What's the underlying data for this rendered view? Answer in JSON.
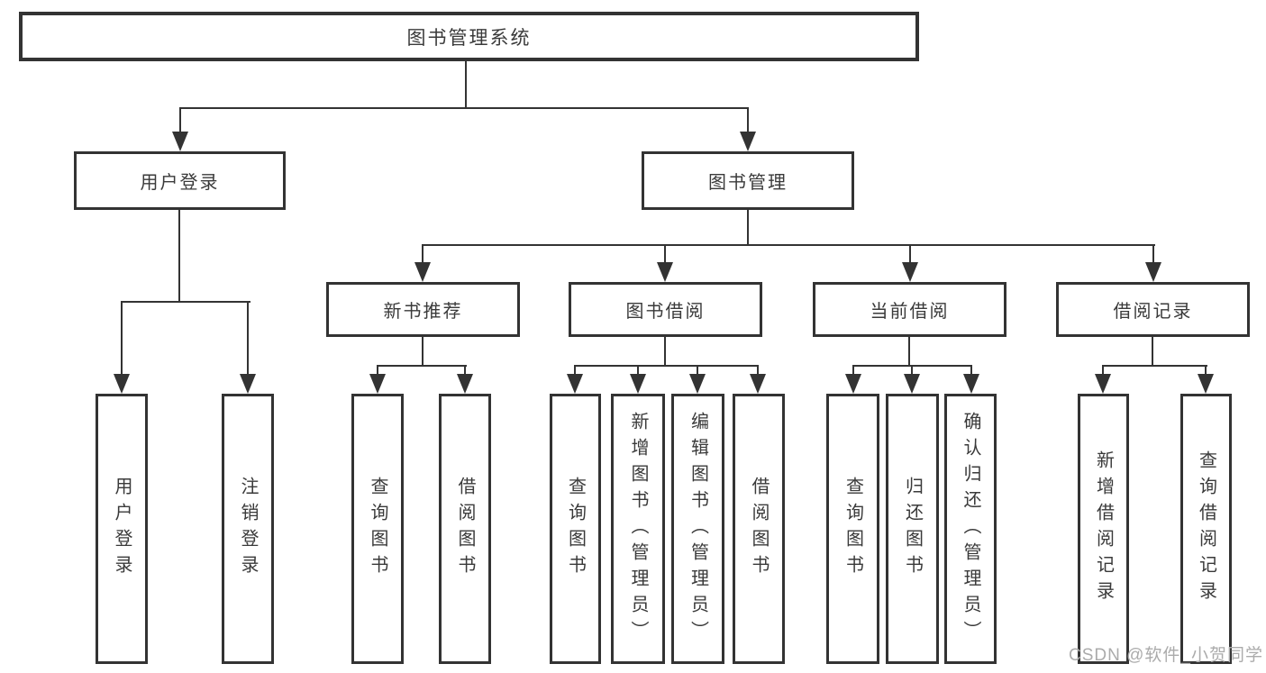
{
  "diagram": {
    "root": {
      "label": "图书管理系统"
    },
    "level2": [
      {
        "label": "用户登录"
      },
      {
        "label": "图书管理"
      }
    ],
    "level3": [
      {
        "label": "新书推荐"
      },
      {
        "label": "图书借阅"
      },
      {
        "label": "当前借阅"
      },
      {
        "label": "借阅记录"
      }
    ],
    "leaf_groups": [
      {
        "items": [
          {
            "label": "用户登录"
          },
          {
            "label": "注销登录"
          }
        ]
      },
      {
        "items": [
          {
            "label": "查询图书"
          },
          {
            "label": "借阅图书"
          }
        ]
      },
      {
        "items": [
          {
            "label": "查询图书"
          },
          {
            "label": "新增图书（管理员）"
          },
          {
            "label": "编辑图书（管理员）"
          },
          {
            "label": "借阅图书"
          }
        ]
      },
      {
        "items": [
          {
            "label": "查询图书"
          },
          {
            "label": "归还图书"
          },
          {
            "label": "确认归还（管理员）"
          }
        ]
      },
      {
        "items": [
          {
            "label": "新增借阅记录"
          },
          {
            "label": "查询借阅记录"
          }
        ]
      }
    ]
  },
  "watermark": {
    "text": "CSDN @软件_小贺同学"
  },
  "colors": {
    "line": "#333333",
    "text": "#3a3a3a",
    "background": "#ffffff",
    "watermark": "#ababab"
  }
}
